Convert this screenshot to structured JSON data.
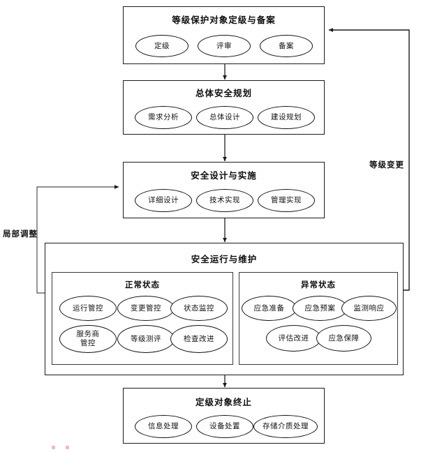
{
  "diagram": {
    "title_hidden": "",
    "stages": [
      {
        "id": "grading-filing",
        "title": "等级保护对象定级与备案",
        "nodes": [
          "定级",
          "评审",
          "备案"
        ]
      },
      {
        "id": "overall-security-planning",
        "title": "总体安全规划",
        "nodes": [
          "需求分析",
          "总体设计",
          "建设规划"
        ]
      },
      {
        "id": "security-design-implementation",
        "title": "安全设计与实施",
        "nodes": [
          "详细设计",
          "技术实现",
          "管理实现"
        ]
      },
      {
        "id": "security-operation-maintenance",
        "title": "安全运行与维护",
        "subgroups": [
          {
            "id": "normal-state",
            "title": "正常状态",
            "nodes": [
              "运行管控",
              "变更管控",
              "状态监控",
              "服务商\n管控",
              "等级测评",
              "检查改进"
            ]
          },
          {
            "id": "abnormal-state",
            "title": "异常状态",
            "nodes": [
              "应急准备",
              "应急预案",
              "监测响应",
              "评估改进",
              "应急保障"
            ]
          }
        ]
      },
      {
        "id": "object-termination",
        "title": "定级对象终止",
        "nodes": [
          "信息处理",
          "设备处置",
          "存储介质处理"
        ]
      }
    ],
    "feedback_labels": {
      "right": "等级变更",
      "left": "局部调整"
    },
    "colors": {
      "stroke": "#1a1a1a",
      "sub_stroke": "#3a3a3a",
      "ellipse_stroke": "#111111",
      "background": "#ffffff",
      "accent_dot": "#f2b9bd"
    }
  }
}
